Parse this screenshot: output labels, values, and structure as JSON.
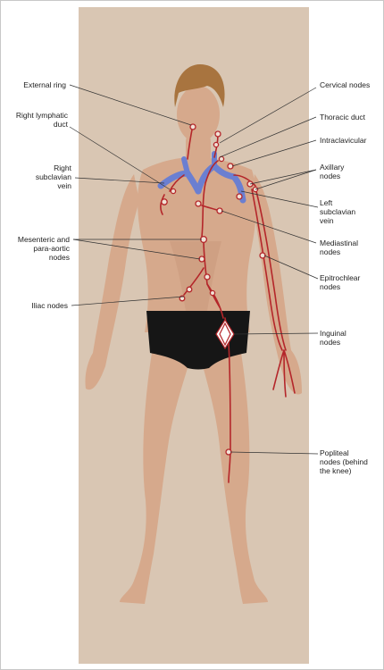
{
  "colors": {
    "background": "#d9c6b3",
    "skin": "#d6a98c",
    "skin_shadow": "#c28f73",
    "hair": "#a8743f",
    "swimwear": "#161616",
    "lymph_vessel": "#b4262a",
    "vein": "#6b7fd1",
    "leader_line": "#333333"
  },
  "labels": {
    "external_ring": "External ring",
    "right_lymphatic_duct": "Right lymphatic\nduct",
    "right_subclavian_vein": "Right\nsubclavian\nvein",
    "mesenteric_para_aortic_nodes": "Mesenteric and\npara-aortic\nnodes",
    "iliac_nodes": "Iliac nodes",
    "cervical_nodes": "Cervical nodes",
    "thoracic_duct": "Thoracic duct",
    "intraclavicular": "Intraclavicular",
    "axillary_nodes": "Axillary\nnodes",
    "left_subclavian_vein": "Left\nsubclavian\nvein",
    "mediastinal_nodes": "Mediastinal\nnodes",
    "epitrochlear_nodes": "Epitrochlear\nnodes",
    "inguinal_nodes": "Inguinal\nnodes",
    "popliteal_nodes": "Popliteal\nnodes (behind\nthe knee)"
  }
}
